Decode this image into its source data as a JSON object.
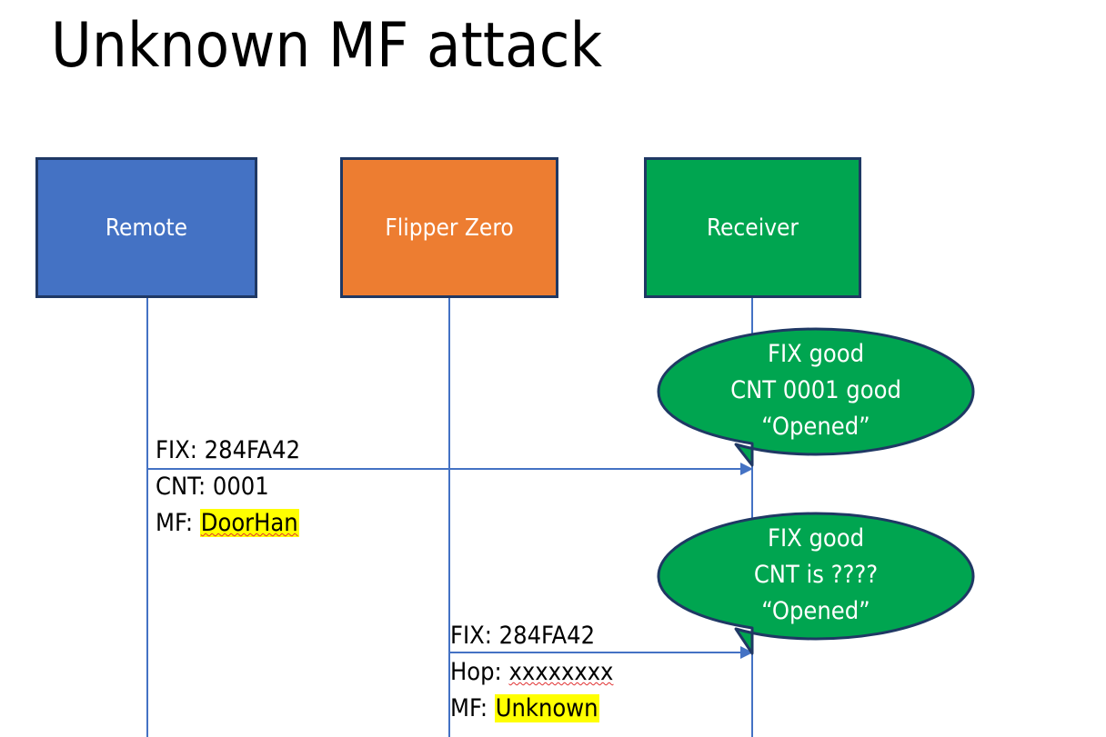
{
  "slide": {
    "title": "Unknown MF attack",
    "background": "#FFFFFF"
  },
  "colors": {
    "remote_box": "#4472C4",
    "flipper_box": "#ED7D31",
    "receiver_box": "#00A550",
    "box_border": "#1F3864",
    "lifeline": "#4472C4",
    "arrow": "#4472C4",
    "callout_fill": "#00A550",
    "callout_border": "#1F3864",
    "highlight": "#FFFF00",
    "spellcheck_underline": "#E03030",
    "text_on_fill": "#FFFFFF",
    "body_text": "#000000"
  },
  "actors": [
    {
      "id": "remote",
      "label": "Remote"
    },
    {
      "id": "flipper",
      "label": "Flipper Zero"
    },
    {
      "id": "receiver",
      "label": "Receiver"
    }
  ],
  "messages": [
    {
      "id": "remote-to-receiver",
      "from": "remote",
      "to": "receiver",
      "lines": [
        {
          "prefix": "FIX: ",
          "value": "284FA42",
          "highlight": false,
          "spellcheck_error": false
        },
        {
          "prefix": "CNT: ",
          "value": "0001",
          "highlight": false,
          "spellcheck_error": false
        },
        {
          "prefix": "MF: ",
          "value": "DoorHan",
          "highlight": true,
          "spellcheck_error": true
        }
      ]
    },
    {
      "id": "flipper-to-receiver",
      "from": "flipper",
      "to": "receiver",
      "lines": [
        {
          "prefix": "FIX: ",
          "value": "284FA42",
          "highlight": false,
          "spellcheck_error": false
        },
        {
          "prefix": "Hop: ",
          "value": "xxxxxxxx",
          "highlight": false,
          "spellcheck_error": true
        },
        {
          "prefix": "MF: ",
          "value": "Unknown",
          "highlight": true,
          "spellcheck_error": false
        }
      ]
    }
  ],
  "callouts": [
    {
      "id": "callout-one",
      "anchor": "remote-to-receiver",
      "lines": [
        "FIX good",
        "CNT 0001 good",
        "“Opened”"
      ]
    },
    {
      "id": "callout-two",
      "anchor": "flipper-to-receiver",
      "lines": [
        "FIX good",
        "CNT is ????",
        "“Opened”"
      ]
    }
  ]
}
